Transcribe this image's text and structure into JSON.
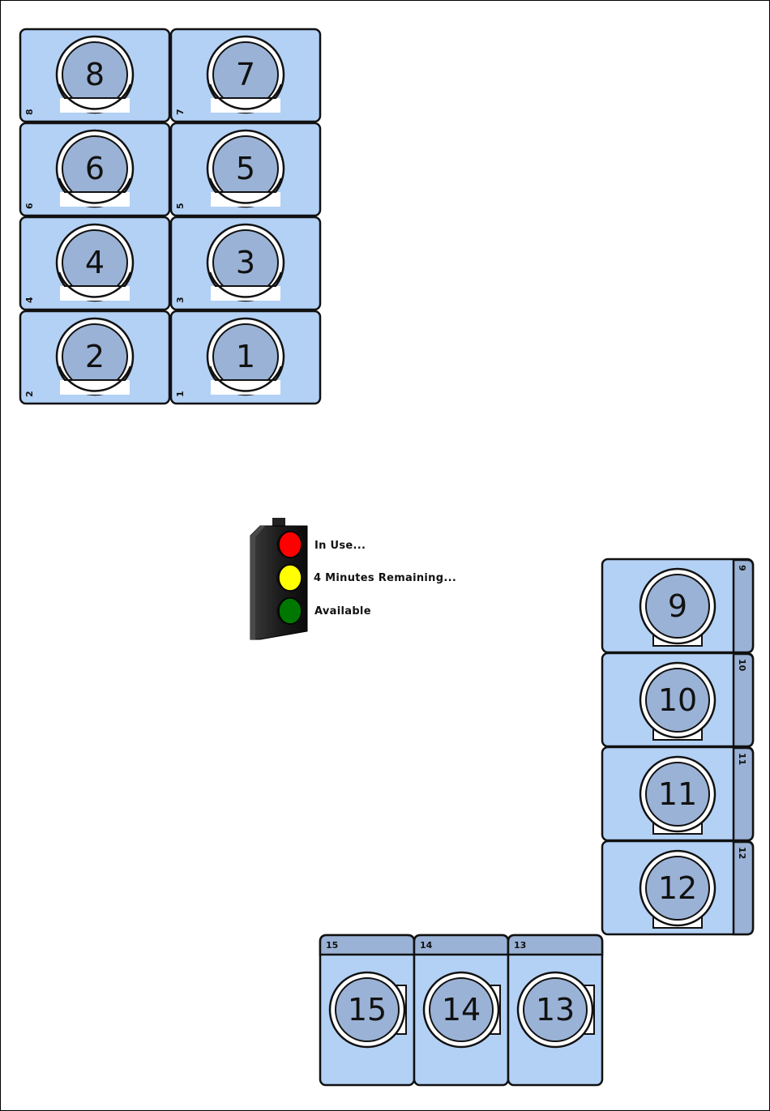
{
  "colors": {
    "machine_fill": "#b3d1f5",
    "drum_fill": "#9ab2d6",
    "header_fill": "#9ab2d6",
    "outline": "#111111",
    "light_red": "#ff0000",
    "light_yellow": "#ffff00",
    "light_green": "#007700"
  },
  "legend": {
    "in_use": "In Use...",
    "minutes_remaining": "4 Minutes Remaining...",
    "available": "Available"
  },
  "dryers": [
    {
      "number": "8",
      "small_label": "8"
    },
    {
      "number": "7",
      "small_label": "7"
    },
    {
      "number": "6",
      "small_label": "6"
    },
    {
      "number": "5",
      "small_label": "5"
    },
    {
      "number": "4",
      "small_label": "4"
    },
    {
      "number": "3",
      "small_label": "3"
    },
    {
      "number": "2",
      "small_label": "2"
    },
    {
      "number": "1",
      "small_label": "1"
    }
  ],
  "side_washers": [
    {
      "number": "9",
      "small_label": "9"
    },
    {
      "number": "10",
      "small_label": "10"
    },
    {
      "number": "11",
      "small_label": "11"
    },
    {
      "number": "12",
      "small_label": "12"
    }
  ],
  "front_washers": [
    {
      "number": "15",
      "small_label": "15"
    },
    {
      "number": "14",
      "small_label": "14"
    },
    {
      "number": "13",
      "small_label": "13"
    }
  ]
}
